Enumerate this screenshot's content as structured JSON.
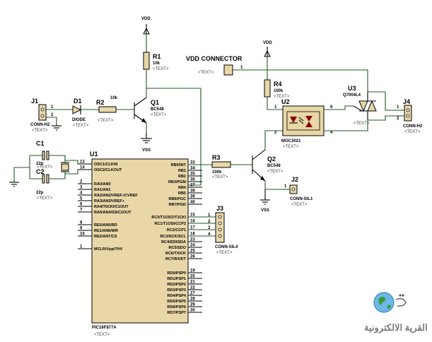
{
  "placeholder": "<TEXT>",
  "rails": {
    "vdd": "VDD",
    "vss": "VSS"
  },
  "j1": {
    "ref": "J1",
    "value": "CONN-H2",
    "pins": [
      "1",
      "2"
    ]
  },
  "d1": {
    "ref": "D1",
    "value": "DIODE"
  },
  "r2": {
    "ref": "R2",
    "value": "10k"
  },
  "r1": {
    "ref": "R1",
    "value": "10k"
  },
  "q1": {
    "ref": "Q1",
    "value": "BC548"
  },
  "c1": {
    "ref": "C1",
    "value": "22p"
  },
  "c2": {
    "ref": "C2",
    "value": "22p"
  },
  "u1": {
    "ref": "U1",
    "part": "PIC16F877A",
    "left_pins": [
      {
        "no": "13",
        "name": "OSC1/CLKIN"
      },
      {
        "no": "14",
        "name": "OSC2/CLKOUT"
      },
      {
        "no": "2",
        "name": "RA0/AN0"
      },
      {
        "no": "3",
        "name": "RA1/AN1"
      },
      {
        "no": "4",
        "name": "RA2/AN2/VREF-/CVREF"
      },
      {
        "no": "5",
        "name": "RA3/AN3/VREF+"
      },
      {
        "no": "6",
        "name": "RA4/T0CKI/C1OUT"
      },
      {
        "no": "7",
        "name": "RA5/AN4/SS/C2OUT"
      },
      {
        "no": "8",
        "name": "RE0/AN5/RD"
      },
      {
        "no": "9",
        "name": "RE1/AN6/WR"
      },
      {
        "no": "10",
        "name": "RE2/AN7/CS"
      },
      {
        "no": "1",
        "name": "MCLR/Vpp/THV"
      }
    ],
    "right_pins": [
      {
        "no": "33",
        "name": "RB0/INT"
      },
      {
        "no": "34",
        "name": "RB1"
      },
      {
        "no": "35",
        "name": "RB2"
      },
      {
        "no": "36",
        "name": "RB3/PGM"
      },
      {
        "no": "37",
        "name": "RB4"
      },
      {
        "no": "38",
        "name": "RB5"
      },
      {
        "no": "39",
        "name": "RB6/PGC"
      },
      {
        "no": "40",
        "name": "RB7/PGD"
      },
      {
        "no": "15",
        "name": "RC0/T1OSO/T1CKI"
      },
      {
        "no": "16",
        "name": "RC1/T1OSI/CCP2"
      },
      {
        "no": "17",
        "name": "RC2/CCP1"
      },
      {
        "no": "18",
        "name": "RC3/SCK/SCL"
      },
      {
        "no": "23",
        "name": "RC4/SDI/SDA"
      },
      {
        "no": "24",
        "name": "RC5/SDO"
      },
      {
        "no": "25",
        "name": "RC6/TX/CK"
      },
      {
        "no": "26",
        "name": "RC7/RX/DT"
      },
      {
        "no": "19",
        "name": "RD0/PSP0"
      },
      {
        "no": "20",
        "name": "RD1/PSP1"
      },
      {
        "no": "21",
        "name": "RD2/PSP2"
      },
      {
        "no": "22",
        "name": "RD3/PSP3"
      },
      {
        "no": "27",
        "name": "RD4/PSP4"
      },
      {
        "no": "28",
        "name": "RD5/PSP5"
      },
      {
        "no": "29",
        "name": "RD6/PSP6"
      },
      {
        "no": "30",
        "name": "RD7/PSP7"
      }
    ]
  },
  "r3": {
    "ref": "R3",
    "value": "100k"
  },
  "q2": {
    "ref": "Q2",
    "value": "BC548"
  },
  "j2": {
    "ref": "J2",
    "value": "CONN-SIL1",
    "pin": "1"
  },
  "j3": {
    "ref": "J3",
    "value": "CONN-SIL4",
    "pins": [
      "1",
      "2",
      "3",
      "4"
    ]
  },
  "vdd_connector": {
    "label": "VDD CONNECTOR",
    "pin": "1"
  },
  "r4": {
    "ref": "R4",
    "value": "100k"
  },
  "u2": {
    "ref": "U2",
    "value": "MOC3021",
    "pins": [
      "1",
      "2",
      "6",
      "4"
    ]
  },
  "u3": {
    "ref": "U3",
    "value": "Q7004L4"
  },
  "j4": {
    "ref": "J4",
    "value": "CONN-H2",
    "pins": [
      "1",
      "2"
    ]
  },
  "watermark": {
    "text": "القرية الالكترونية"
  }
}
